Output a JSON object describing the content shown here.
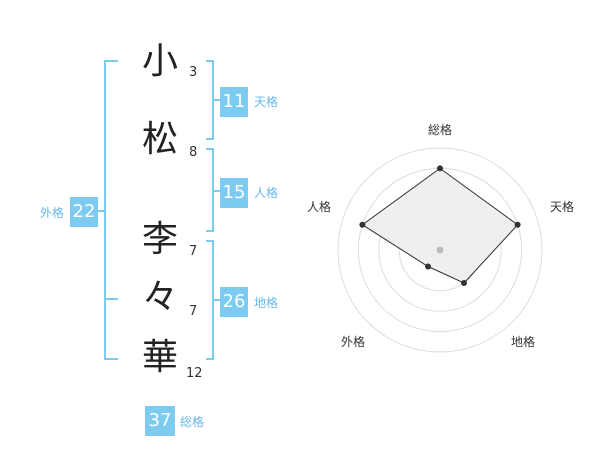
{
  "name": {
    "characters": [
      {
        "char": "小",
        "strokes": "3"
      },
      {
        "char": "松",
        "strokes": "8"
      },
      {
        "char": "李",
        "strokes": "7"
      },
      {
        "char": "々",
        "strokes": "7"
      },
      {
        "char": "華",
        "strokes": "12"
      }
    ]
  },
  "fortune": {
    "tenkaku": {
      "value": "11",
      "label": "天格"
    },
    "jinkaku": {
      "value": "15",
      "label": "人格"
    },
    "chikaku": {
      "value": "26",
      "label": "地格"
    },
    "gaikaku": {
      "value": "22",
      "label": "外格"
    },
    "soukaku": {
      "value": "37",
      "label": "総格"
    }
  },
  "chart_data": {
    "type": "radar",
    "axes": [
      "総格",
      "天格",
      "地格",
      "外格",
      "人格"
    ],
    "values": [
      4,
      4,
      2,
      1,
      4
    ],
    "max": 5,
    "rings": 5,
    "colors": {
      "fill": "#efefef",
      "line": "#333333",
      "grid": "#dddddd",
      "center": "#bbbbbb"
    }
  },
  "colors": {
    "accent": "#7ecbf2",
    "accent_text": "#6ab8e6"
  }
}
